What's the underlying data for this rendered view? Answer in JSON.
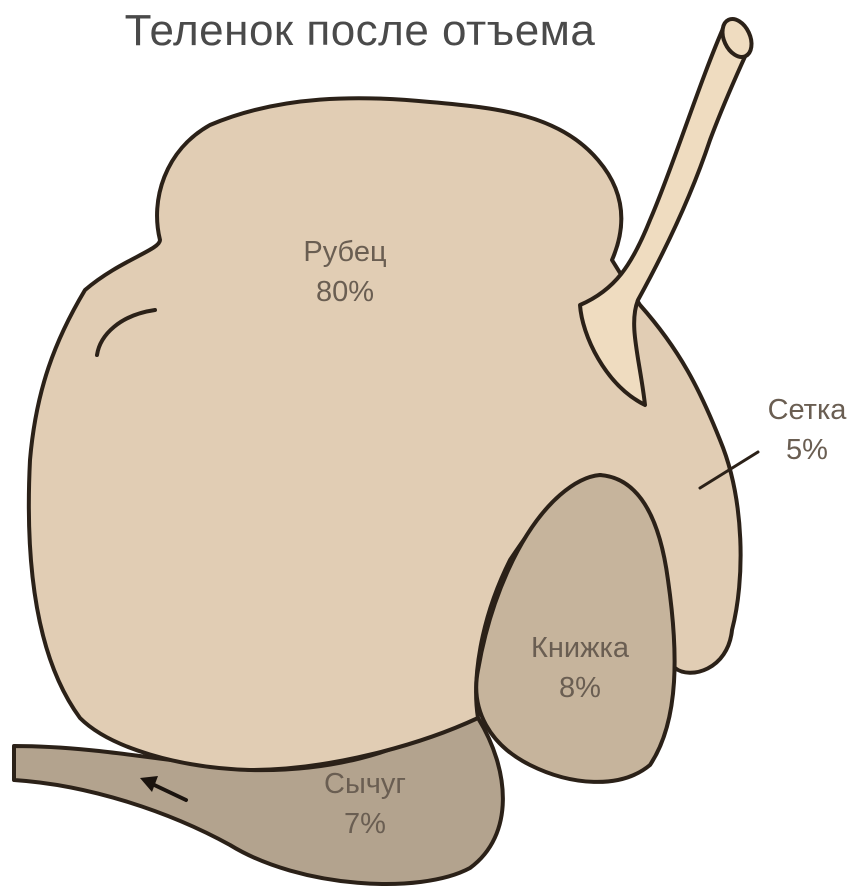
{
  "title": "Теленок после отъема",
  "colors": {
    "rumen": "#e1cdb4",
    "esophagus": "#efdcc0",
    "omasum": "#c6b49c",
    "abomasum": "#b3a38e",
    "outline": "#2b2118",
    "text": "#6a5e52"
  },
  "parts": {
    "rumen": {
      "name": "Рубец",
      "percent": "80%"
    },
    "reticulum": {
      "name": "Сетка",
      "percent": "5%"
    },
    "omasum": {
      "name": "Книжка",
      "percent": "8%"
    },
    "abomasum": {
      "name": "Сычуг",
      "percent": "7%"
    }
  }
}
